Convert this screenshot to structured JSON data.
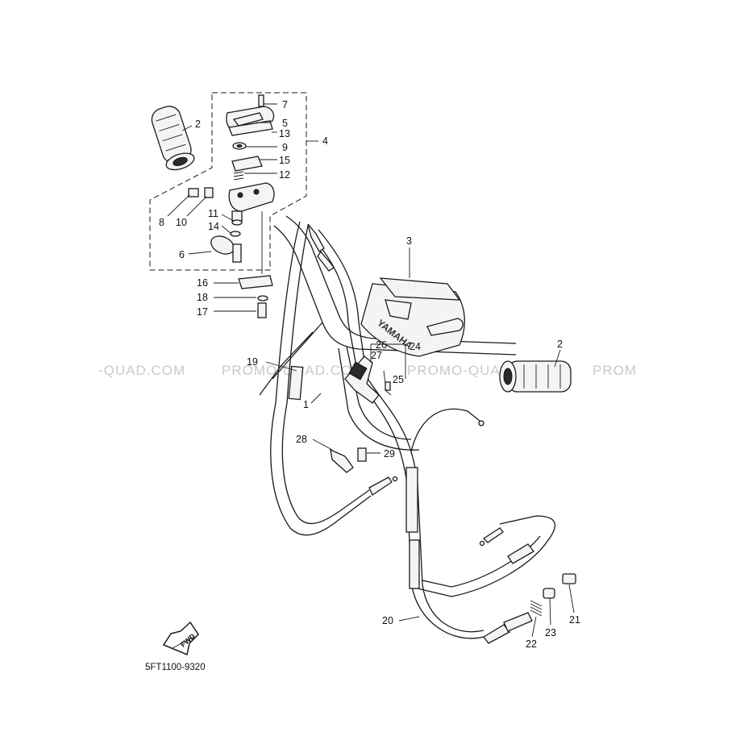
{
  "watermark": {
    "left": "-QUAD.COM",
    "center_left": "PROMO-QUAD.COM",
    "center_right": "PROMO-QUAD.COM",
    "right": "PROM"
  },
  "callouts": {
    "c1": "1",
    "c2a": "2",
    "c2b": "2",
    "c3": "3",
    "c4": "4",
    "c5": "5",
    "c6": "6",
    "c7": "7",
    "c8": "8",
    "c9": "9",
    "c10": "10",
    "c11": "11",
    "c12": "12",
    "c13": "13",
    "c14": "14",
    "c15": "15",
    "c16": "16",
    "c17": "17",
    "c18": "18",
    "c19": "19",
    "c20": "20",
    "c21": "21",
    "c22": "22",
    "c23": "23",
    "c24": "24",
    "c25": "25",
    "c26": "26",
    "c27": "27",
    "c28": "28",
    "c29": "29"
  },
  "cover_brand": "YAMAHA",
  "fwd_label": "FWD",
  "part_code": "5FT1100-9320"
}
